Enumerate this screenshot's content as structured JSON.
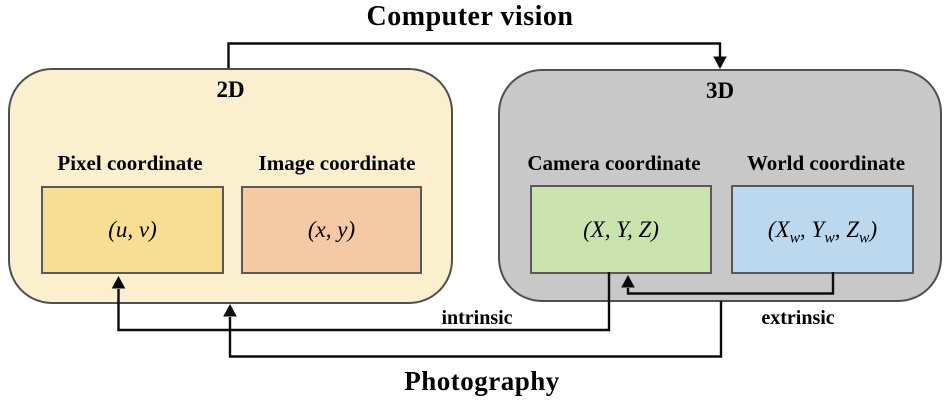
{
  "diagram": {
    "top_title": "Computer vision",
    "bottom_title": "Photography",
    "edge_labels": {
      "intrinsic": "intrinsic",
      "extrinsic": "extrinsic"
    },
    "groups": [
      {
        "label": "2D",
        "items": [
          {
            "label": "Pixel coordinate",
            "formula": "(u, v)"
          },
          {
            "label": "Image coordinate",
            "formula": "(x, y)"
          }
        ]
      },
      {
        "label": "3D",
        "items": [
          {
            "label": "Camera coordinate",
            "formula": "(X, Y, Z)"
          },
          {
            "label": "World coordinate",
            "formula_parts": [
              "(X",
              "w",
              ", Y",
              "w",
              ", Z",
              "w",
              ")"
            ]
          }
        ]
      }
    ],
    "colors": {
      "group_2d_bg": "#FBF0CE",
      "group_3d_bg": "#C9C8C8",
      "pixel_box_bg": "#F7DE92",
      "image_box_bg": "#F5C9A4",
      "camera_box_bg": "#C9E2AE",
      "world_box_bg": "#BBD8EE",
      "box_border": "#595959",
      "outer_border": "#4F4F4F",
      "arrow": "#0C0C0C"
    }
  }
}
